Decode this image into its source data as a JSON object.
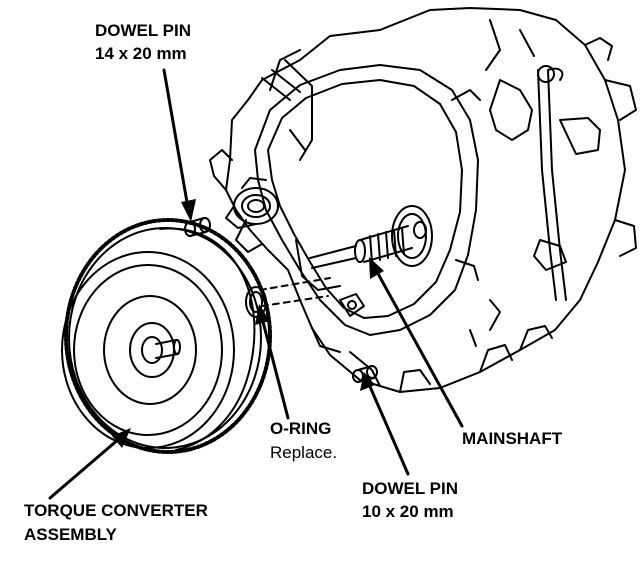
{
  "labels": {
    "dowel_pin_top": {
      "title": "DOWEL PIN",
      "size": "14 x 20 mm"
    },
    "dowel_pin_bottom": {
      "title": "DOWEL PIN",
      "size": "10 x 20 mm"
    },
    "o_ring": {
      "title": "O-RING",
      "note": "Replace."
    },
    "mainshaft": {
      "title": "MAINSHAFT"
    },
    "torque_converter": {
      "line1": "TORQUE CONVERTER",
      "line2": "ASSEMBLY"
    }
  },
  "colors": {
    "ink": "#000000",
    "paper": "#ffffff"
  }
}
